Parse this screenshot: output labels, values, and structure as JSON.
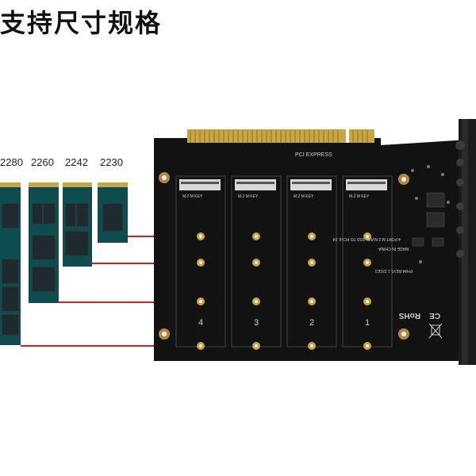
{
  "title": "支持尺寸规格",
  "sizes": [
    "2280",
    "2260",
    "2242",
    "2230"
  ],
  "slot_numbers": [
    "4",
    "3",
    "2",
    "1"
  ],
  "pcb_labels": {
    "pcie": "PCI EXPRESS",
    "model": "4 PORT M.2 NVME SSD TO PCI-E X4",
    "made": "MADE IN CHINA",
    "rev": "PH44 REV1.1 231E3",
    "rohs": "RoHS",
    "ce": "CE",
    "slot_key": "M.2 M KEY"
  },
  "colors": {
    "pcb": "#121212",
    "ssd": "#0d4d50",
    "gold": "#c9a543",
    "redline": "#d61f1f"
  }
}
